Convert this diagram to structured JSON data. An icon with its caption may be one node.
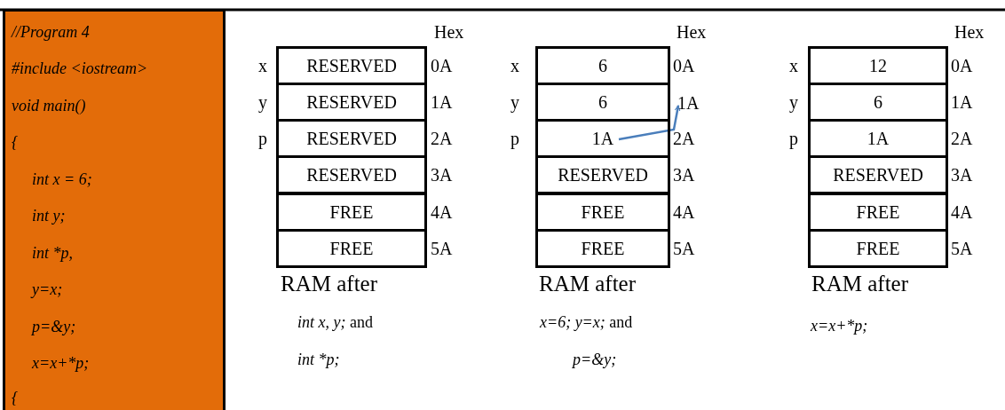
{
  "diagram": {
    "nodes": [
      {
        "text": [
          "//Program 4",
          "#include <iostream>",
          "void main()",
          "{",
          "int x = 6;",
          "int y;",
          "int *p,",
          "y=x;",
          "p=&y;",
          "x=x+*p;",
          "{"
        ]
      },
      {
        "text": [
          "RESERVED"
        ]
      },
      {
        "text": [
          "RESERVED"
        ]
      },
      {
        "text": [
          "RESERVED"
        ]
      },
      {
        "text": [
          "RESERVED"
        ]
      },
      {
        "text": [
          "FREE"
        ]
      },
      {
        "text": [
          "FREE"
        ]
      },
      {
        "text": [
          "6"
        ]
      },
      {
        "text": [
          "6"
        ]
      },
      {
        "text": [
          "1A"
        ]
      },
      {
        "text": [
          "RESERVED"
        ]
      },
      {
        "text": [
          "FREE"
        ]
      },
      {
        "text": [
          "FREE"
        ]
      },
      {
        "text": [
          "1A"
        ]
      },
      {
        "text": [
          "12"
        ]
      },
      {
        "text": [
          "6"
        ]
      },
      {
        "text": [
          "1A"
        ]
      },
      {
        "text": [
          "RESERVED"
        ]
      },
      {
        "text": [
          "FREE"
        ]
      },
      {
        "text": [
          "FREE"
        ]
      }
    ],
    "edges": [
      {
        "from": 9,
        "to": 13,
        "arrow": "to",
        "color": "#4a7ebb"
      }
    ],
    "labels": [
      "Hex",
      "x",
      "y",
      "p",
      "0A",
      "1A",
      "2A",
      "3A",
      "4A",
      "5A",
      "RAM after",
      "*int x, y;*  and",
      "int *p;",
      "Hex",
      "x",
      "y",
      "p",
      "0A",
      "2A",
      "3A",
      "4A",
      "5A",
      "RAM after",
      "*x=6; y=x;*  and",
      "p=&y;",
      "Hex",
      "x",
      "y",
      "p",
      "0A",
      "1A",
      "2A",
      "3A",
      "4A",
      "5A",
      "RAM after",
      "x=x+*p;"
    ]
  }
}
